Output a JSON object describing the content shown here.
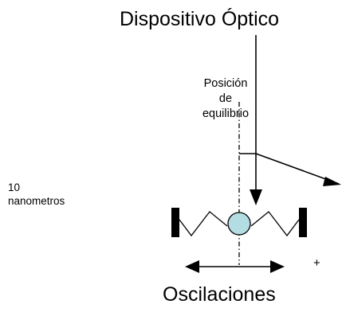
{
  "labels": {
    "title": "Dispositivo Óptico",
    "equilibrium_line1": "Posición",
    "equilibrium_line2": "de",
    "equilibrium_line3": "equilibrio",
    "amplitude_line1": "10",
    "amplitude_line2": "nanometros",
    "plus_sign": "+",
    "bottom": "Oscilaciones"
  },
  "colors": {
    "ink": "#000000",
    "mass_fill": "#b3dde3",
    "background": "#ffffff"
  }
}
